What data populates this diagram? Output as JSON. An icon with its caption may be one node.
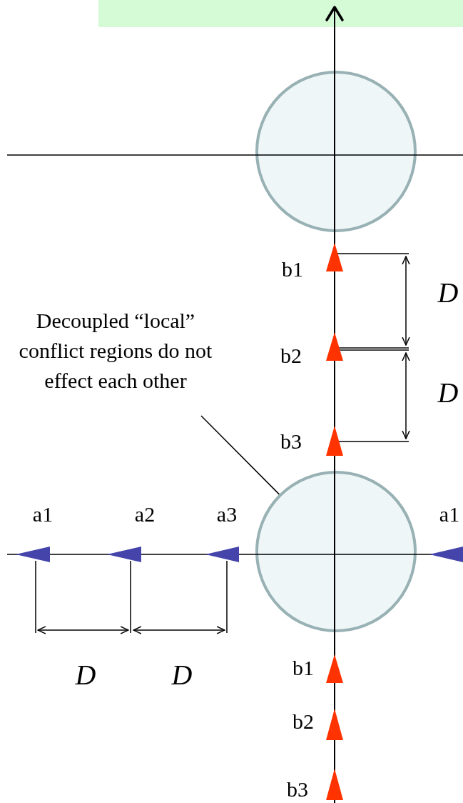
{
  "diagram": {
    "nodes": [
      {
        "text": [],
        "shape": "circle"
      },
      {
        "text": [],
        "shape": "circle"
      },
      {
        "text": [
          "Decoupled “local” conflict regions do not effect each other"
        ]
      }
    ],
    "edges": [
      {
        "from": 2,
        "to": 1,
        "arrow": "none"
      }
    ],
    "labels": [
      "b1",
      "D",
      "b2",
      "D",
      "b3",
      "a1",
      "a2",
      "a3",
      "a1",
      "D",
      "D",
      "b1",
      "b2",
      "b3"
    ]
  }
}
